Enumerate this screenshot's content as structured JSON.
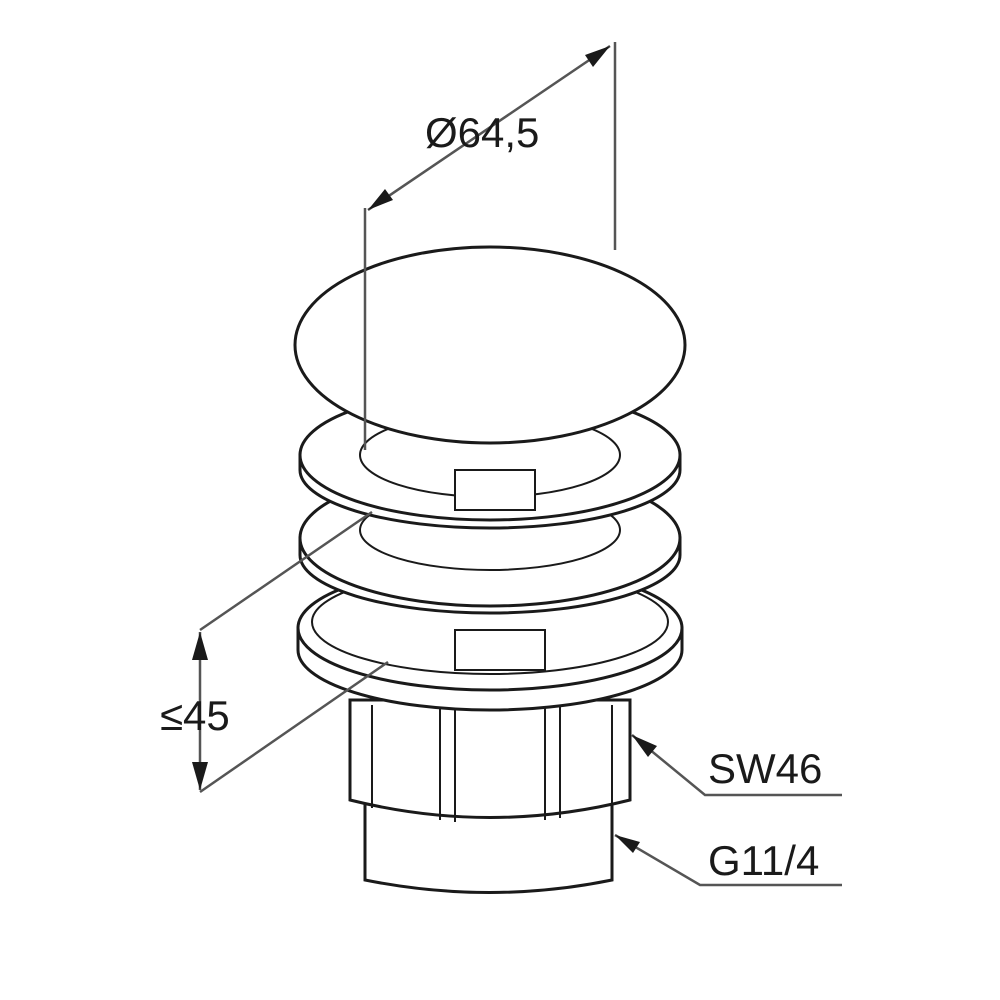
{
  "drawing": {
    "diameter_label": "Ø64,5",
    "height_label": "≤45",
    "wrench_size_label": "SW46",
    "thread_label": "G11/4",
    "line_color": "#1a1a1a",
    "dim_line_color": "#555555"
  }
}
